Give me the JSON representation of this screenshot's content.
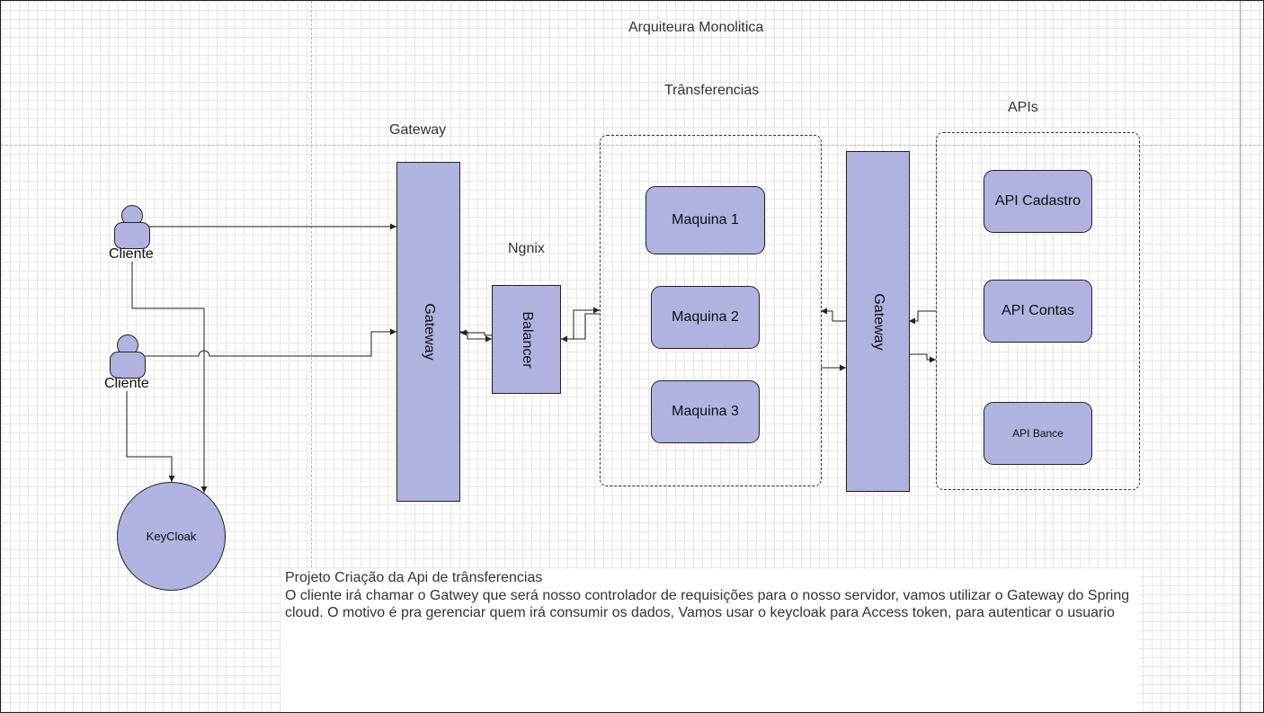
{
  "title": "Arquiteura Monolitica",
  "sections": {
    "gateway_heading": "Gateway",
    "transfer_heading": "Trânsferencias",
    "apis_heading": "APIs",
    "ngnix_heading": "Ngnix"
  },
  "actors": [
    {
      "label": "Cliente"
    },
    {
      "label": "Cliente"
    }
  ],
  "nodes": {
    "gateway_main": "Gateway",
    "balancer": "Balancer",
    "machines": [
      "Maquina 1",
      "Maquina 2",
      "Maquina 3"
    ],
    "gateway_secondary": "Gateway",
    "apis": [
      "API Cadastro",
      "API Contas",
      "API Bance"
    ],
    "keycloak": "KeyCloak"
  },
  "note": {
    "title": "Projeto Criação da Api de trânsferencias",
    "body": "O cliente irá chamar o Gatwey que será nosso controlador de requisições para o nosso servidor, vamos utilizar o Gateway do Spring cloud. O motivo é pra gerenciar quem irá consumir os dados, Vamos usar o keycloak para Access token, para autenticar o usuario"
  },
  "colors": {
    "node_fill": "#b0b3e0",
    "stroke": "#222222",
    "grid": "#e6e6e6"
  }
}
